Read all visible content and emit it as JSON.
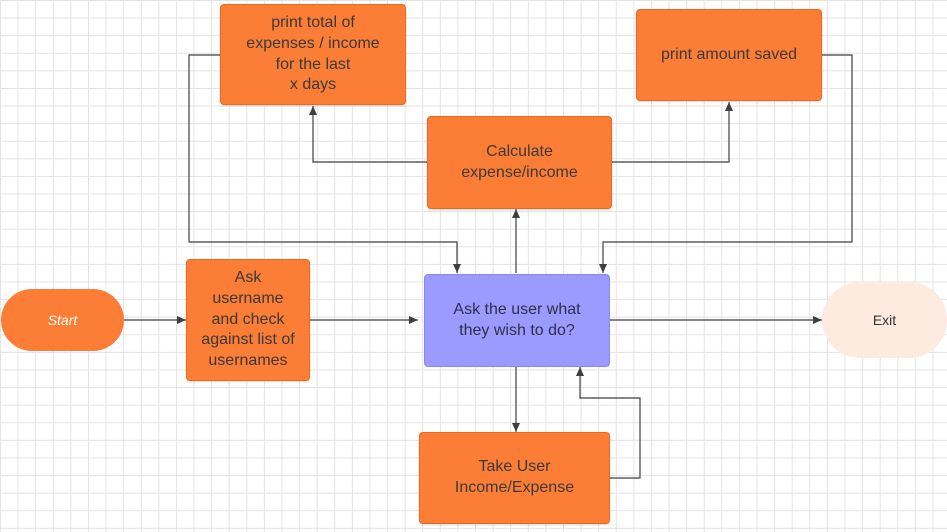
{
  "nodes": {
    "start": "Start",
    "ask_username": "Ask\nusername\nand check\nagainst list of\nusernames",
    "ask_user_wish": "Ask the user what\nthey wish to do?",
    "exit": "Exit",
    "calculate": "Calculate\nexpense/income",
    "print_total": "print total  of\nexpenses / income\nfor the last\nx days",
    "print_saved": "print amount saved",
    "take_input": "Take User\nIncome/Expense"
  },
  "colors": {
    "process_fill": "#fb7d36",
    "decision_fill": "#9b9bff",
    "exit_fill": "#fdebdf",
    "connector": "#3f3f3f",
    "grid": "#e3e3e3"
  }
}
